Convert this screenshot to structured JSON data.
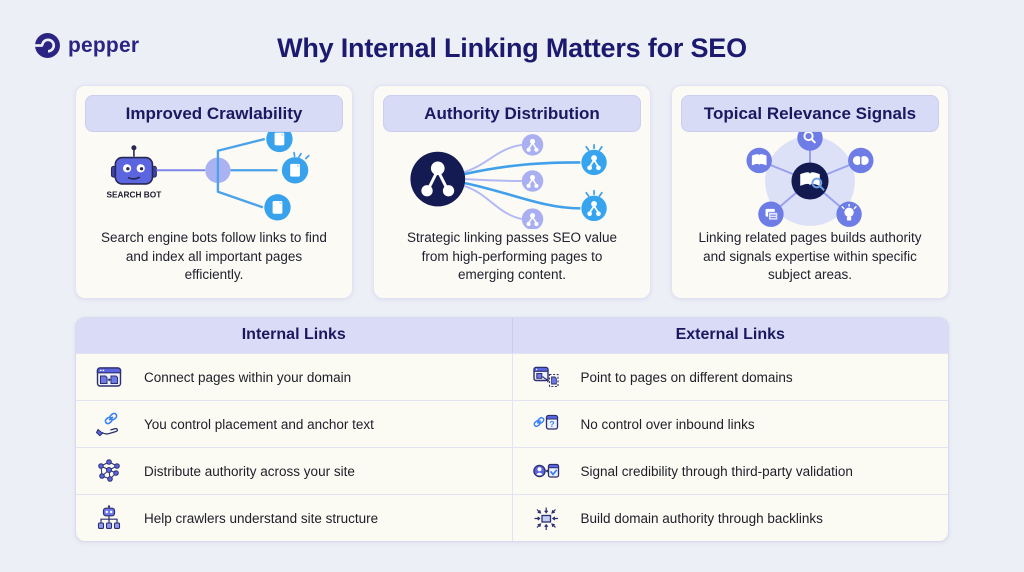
{
  "brand": {
    "name": "pepper"
  },
  "title": "Why Internal Linking Matters for SEO",
  "cards": [
    {
      "title": "Improved Crawlability",
      "illustration_label": "SEARCH BOT",
      "description": "Search engine bots follow links to find and index all important pages efficiently."
    },
    {
      "title": "Authority Distribution",
      "description": "Strategic linking passes SEO value from high-performing pages to emerging content."
    },
    {
      "title": "Topical Relevance Signals",
      "description": "Linking related pages builds authority and signals expertise within specific subject areas."
    }
  ],
  "table": {
    "columns": [
      {
        "header": "Internal Links",
        "rows": [
          {
            "icon": "browser-pages-icon",
            "text": "Connect pages within your domain"
          },
          {
            "icon": "hand-link-icon",
            "text": "You control placement and anchor text"
          },
          {
            "icon": "network-graph-icon",
            "text": "Distribute authority across your site"
          },
          {
            "icon": "robot-sitemap-icon",
            "text": "Help crawlers understand site structure"
          }
        ]
      },
      {
        "header": "External Links",
        "rows": [
          {
            "icon": "external-page-icon",
            "text": "Point to pages on different domains"
          },
          {
            "icon": "link-question-icon",
            "glyph": "?",
            "text": "No control over inbound links"
          },
          {
            "icon": "person-validation-icon",
            "text": "Signal credibility through third-party validation"
          },
          {
            "icon": "backlinks-converge-icon",
            "text": "Build domain authority through backlinks"
          }
        ]
      }
    ]
  },
  "colors": {
    "page_bg": "#edeff7",
    "card_bg": "#fbfaf4",
    "header_pill": "#d8dbf6",
    "heading_navy": "#1a1960",
    "brand_indigo": "#2b2483",
    "accent_indigo": "#5b65e0",
    "accent_blue": "#38a2ec",
    "node_lavender": "#abb2f2",
    "dark_hub": "#141a52"
  }
}
